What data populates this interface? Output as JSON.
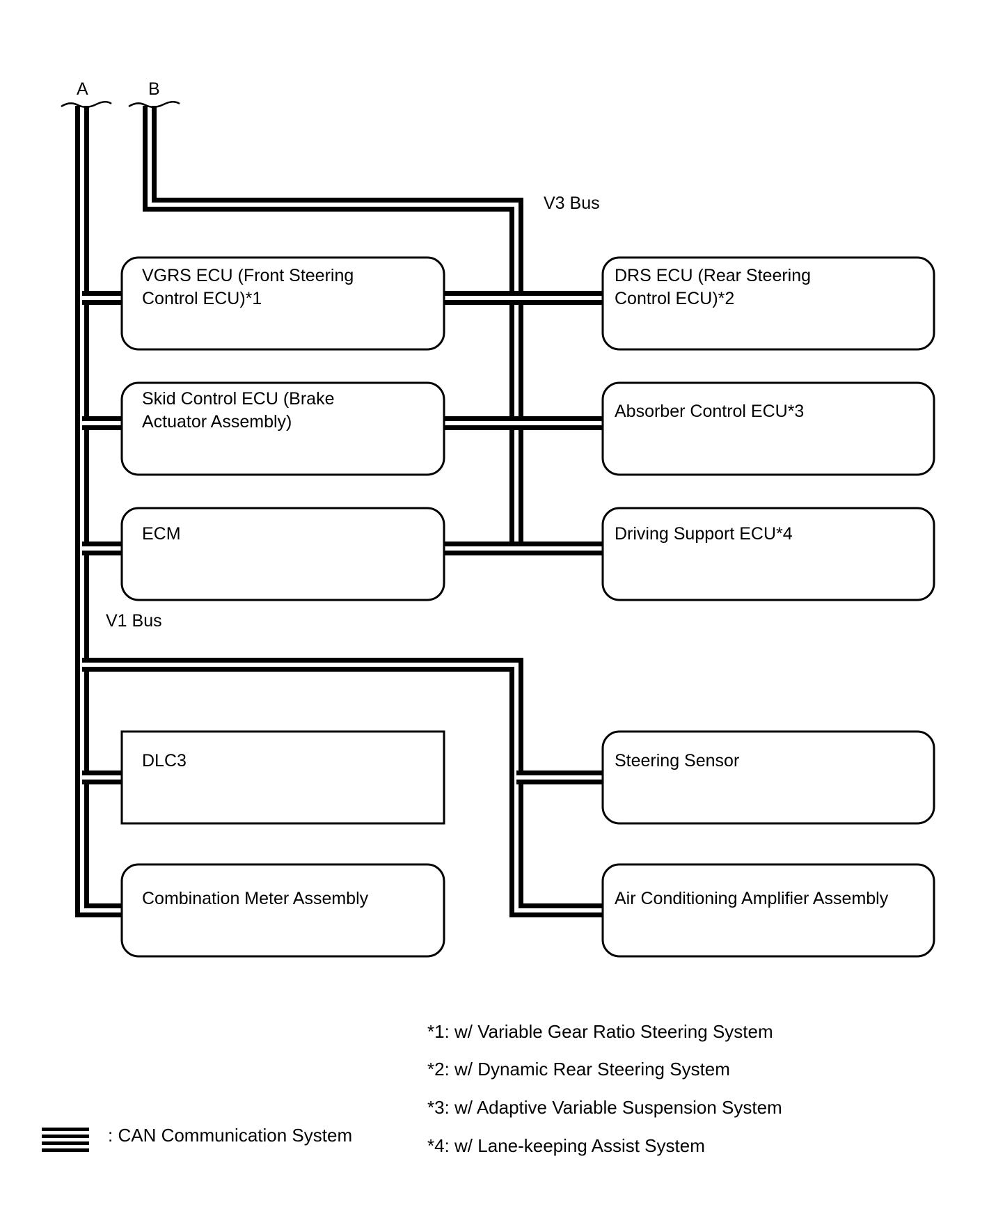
{
  "bus_labels": {
    "a": "A",
    "b": "B",
    "v3": "V3 Bus",
    "v1": "V1 Bus"
  },
  "components": {
    "vgrs": "VGRS ECU (Front Steering\nControl ECU)*1",
    "skid": "Skid Control ECU (Brake\nActuator Assembly)",
    "ecm": "ECM",
    "dlc3": "DLC3",
    "meter": "Combination Meter Assembly",
    "drs": "DRS ECU (Rear Steering\nControl ECU)*2",
    "absorber": "Absorber Control ECU*3",
    "driving": "Driving Support ECU*4",
    "steering": "Steering Sensor",
    "aircon": "Air Conditioning Amplifier Assembly"
  },
  "notes": [
    "*1: w/ Variable Gear Ratio Steering System",
    "*2: w/ Dynamic Rear Steering System",
    "*3: w/ Adaptive Variable Suspension System",
    "*4: w/ Lane-keeping Assist System"
  ],
  "legend": {
    "label": ": CAN Communication System"
  },
  "colors": {
    "line": "#000000",
    "background": "#ffffff"
  }
}
